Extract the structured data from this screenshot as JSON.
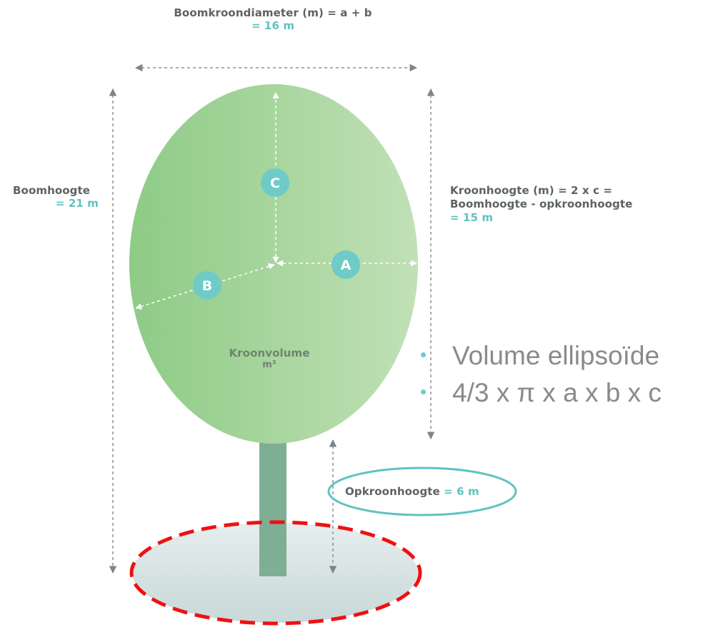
{
  "diameter": {
    "label": "Boomkroondiameter (m) = a + b",
    "value": "= 16 m"
  },
  "tree_height": {
    "label": "Boomhoogte",
    "value": "= 21 m"
  },
  "crown_height": {
    "line1": "Kroonhoogte (m) = 2 x c =",
    "line2": "Boomhoogte - opkroonhoogte",
    "value": "= 15 m"
  },
  "crown_volume": {
    "label": "Kroonvolume",
    "unit": "m³"
  },
  "axes": {
    "a": "A",
    "b": "B",
    "c": "C"
  },
  "volume_formula": {
    "line1": "Volume ellipsoïde",
    "line2": "4/3 x π x a x b x c"
  },
  "clearance": {
    "label": "Opkroonhoogte",
    "value": "= 6 m"
  },
  "colors": {
    "crown_light": "#bfe0b3",
    "crown_dark": "#8ecb86",
    "trunk": "#7eae94",
    "teal": "#5ec3c0",
    "highlight_red": "#ee1111",
    "ground": "#d3e0e0"
  }
}
